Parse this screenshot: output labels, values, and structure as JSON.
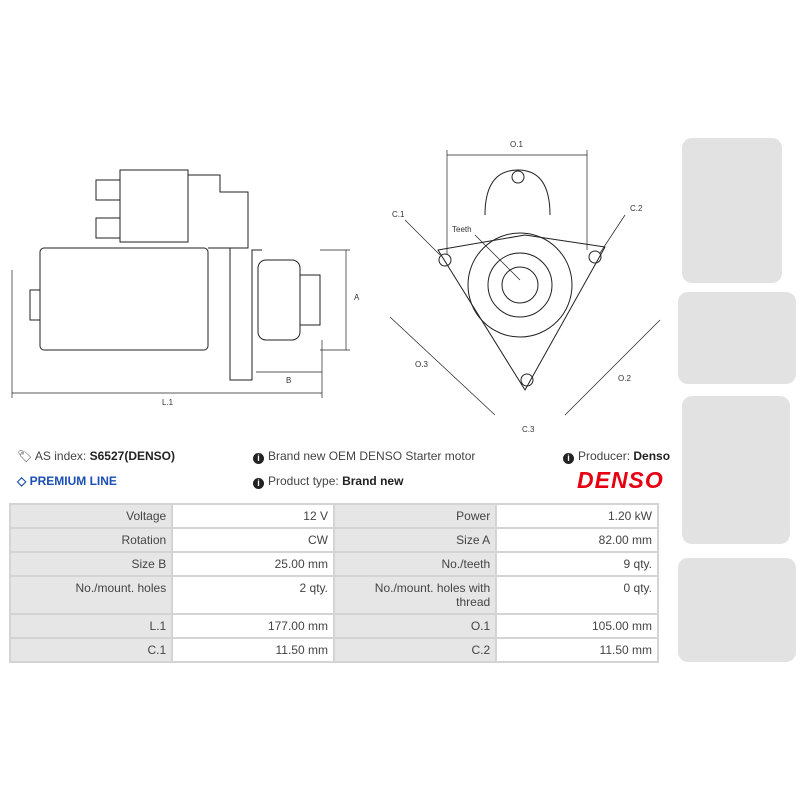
{
  "diagram": {
    "side_labels": {
      "a": "A",
      "b": "B",
      "l1": "L.1"
    },
    "front_labels": {
      "o1": "O.1",
      "c1": "C.1",
      "c2": "C.2",
      "teeth": "Teeth",
      "o3": "O.3",
      "o2": "O.2",
      "c3": "C.3"
    }
  },
  "info": {
    "as_index_label": "AS index:",
    "as_index_value": "S6527(DENSO)",
    "premium": "PREMIUM LINE",
    "description": "Brand new OEM DENSO Starter motor",
    "product_type_label": "Product type:",
    "product_type_value": "Brand new",
    "producer_label": "Producer:",
    "producer_value": "Denso",
    "brand_logo": "DENSO"
  },
  "colors": {
    "premium": "#1a4fb5",
    "brand": "#e60012"
  },
  "specs": [
    [
      "Voltage",
      "12 V",
      "Power",
      "1.20 kW"
    ],
    [
      "Rotation",
      "CW",
      "Size A",
      "82.00 mm"
    ],
    [
      "Size B",
      "25.00 mm",
      "No./teeth",
      "9 qty."
    ],
    [
      "No./mount. holes",
      "2 qty.",
      "No./mount. holes with thread",
      "0 qty."
    ],
    [
      "L.1",
      "177.00 mm",
      "O.1",
      "105.00 mm"
    ],
    [
      "C.1",
      "11.50 mm",
      "C.2",
      "11.50 mm"
    ]
  ]
}
